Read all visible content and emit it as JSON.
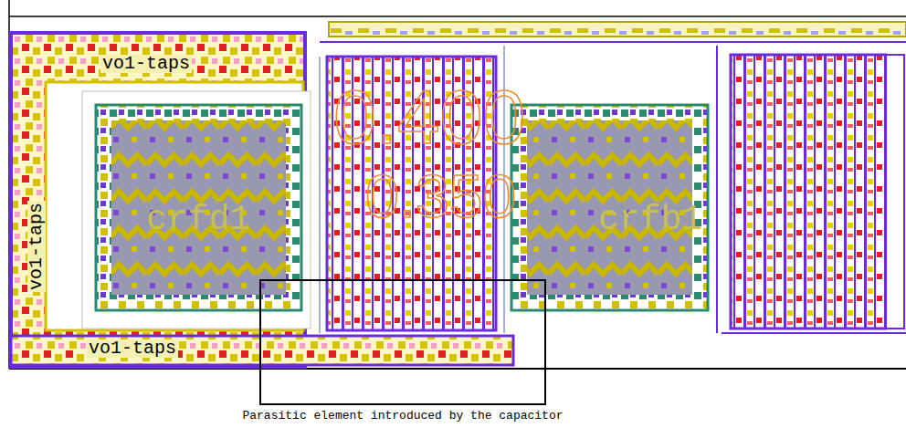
{
  "diagram": {
    "caption": "Parasitic element introduced by the capacitor",
    "labels": [
      "vo1-taps",
      "vo1-taps",
      "vo1-taps",
      "crfd1",
      "crfb1",
      "0.400",
      "0.350"
    ]
  }
}
